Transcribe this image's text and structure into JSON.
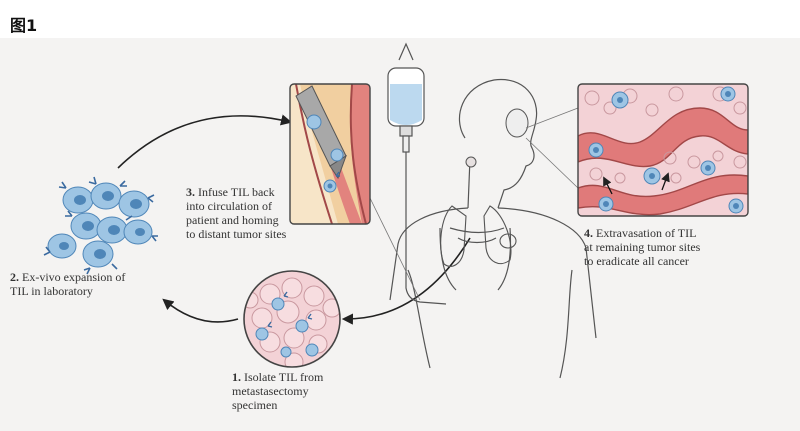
{
  "figure_label": "图1",
  "steps": {
    "step1": {
      "number": "1.",
      "lines": [
        "Isolate TIL from",
        "metastasectomy",
        "specimen"
      ]
    },
    "step2": {
      "number": "2.",
      "lines": [
        "Ex-vivo expansion of",
        "TIL in laboratory"
      ]
    },
    "step3": {
      "number": "3.",
      "lines": [
        "Infuse TIL back",
        "into circulation of",
        "patient and homing",
        "to distant tumor sites"
      ]
    },
    "step4": {
      "number": "4.",
      "lines": [
        "Extravasation of TIL",
        "at remaining tumor sites",
        "to eradicate all cancer"
      ]
    }
  },
  "colors": {
    "background": "#f4f3f2",
    "outline": "#555555",
    "til_cell": "#9ec5e4",
    "til_nucleus": "#4f86b8",
    "receptor": "#3a6aa0",
    "tumor_tissue": "#f3d2d6",
    "vessel": "#e07a7a",
    "iv_fluid": "#bcd9ef"
  }
}
